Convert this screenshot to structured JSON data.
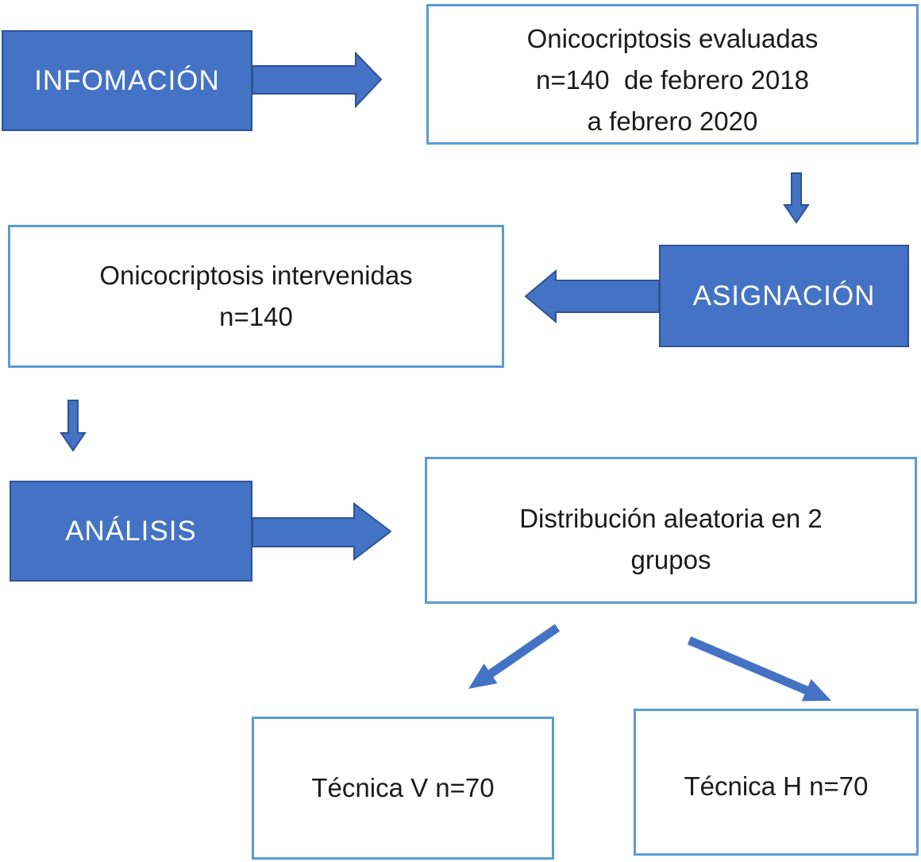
{
  "colors": {
    "accent_blue": "#4472C4",
    "accent_blue_dark_border": "#2E5395",
    "white_box_border_light_blue": "#5B9BD5",
    "text_dark": "#1b1b1b",
    "text_light": "#ffffff",
    "background": "#ffffff"
  },
  "stage_labels": {
    "infomacion": "INFOMACIÓN",
    "asignacion": "ASIGNACIÓN",
    "analisis": "ANÁLISIS"
  },
  "boxes": {
    "evaluadas": {
      "lines": [
        "Onicocriptosis evaluadas",
        "n=140  de febrero 2018",
        "a febrero 2020"
      ]
    },
    "intervenidas": {
      "lines": [
        "Onicocriptosis intervenidas",
        "n=140"
      ]
    },
    "distribucion": {
      "lines": [
        "Distribución aleatoria en 2",
        "grupos"
      ]
    },
    "tecnica_v": {
      "label": "Técnica V n=70"
    },
    "tecnica_h": {
      "label": "Técnica H n=70"
    }
  },
  "arrows": {
    "info_to_evaluadas": "block-arrow-right",
    "evaluadas_to_asignacion": "arrow-down",
    "asignacion_to_intervenidas": "block-arrow-left",
    "intervenidas_to_analisis": "arrow-down",
    "analisis_to_distribucion": "block-arrow-right",
    "distribucion_to_tecnica_v": "arrow-diagonal-down-left",
    "distribucion_to_tecnica_h": "arrow-diagonal-down-right"
  }
}
